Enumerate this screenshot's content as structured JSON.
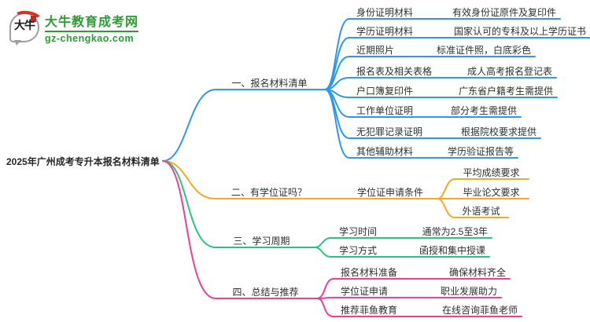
{
  "logo": {
    "icon_text": "大牛",
    "site_name": "大牛教育成考网",
    "site_url": "gz-chengkao.com"
  },
  "root": {
    "title": "2025年广州成考专升本报名材料清单"
  },
  "colors": {
    "branch1_blue": "#2e96f5",
    "branch2_orange": "#f9a826",
    "branch3_green": "#2bc47e",
    "branch4_pink": "#ef3e98",
    "brand_green": "#2e9b33",
    "logo_red": "#d93025",
    "text": "#2f2f2f"
  },
  "branches": [
    {
      "label": "一、报名材料清单",
      "children": [
        {
          "label": "身份证明材料",
          "value": "有效身份证原件及复印件"
        },
        {
          "label": "学历证明材料",
          "value": "国家认可的专科及以上学历证书"
        },
        {
          "label": "近期照片",
          "value": "标准证件照，白底彩色"
        },
        {
          "label": "报名表及相关表格",
          "value": "成人高考报名登记表"
        },
        {
          "label": "户口簿复印件",
          "value": "广东省户籍考生需提供"
        },
        {
          "label": "工作单位证明",
          "value": "部分考生需提供"
        },
        {
          "label": "无犯罪记录证明",
          "value": "根据院校要求提供"
        },
        {
          "label": "其他辅助材料",
          "value": "学历验证报告等"
        }
      ]
    },
    {
      "label": "二、有学位证吗？",
      "sub_label": "学位证申请条件",
      "children": [
        {
          "label": "平均成绩要求"
        },
        {
          "label": "毕业论文要求"
        },
        {
          "label": "外语考试"
        }
      ]
    },
    {
      "label": "三、学习周期",
      "children": [
        {
          "label": "学习时间",
          "value": "通常为2.5至3年"
        },
        {
          "label": "学习方式",
          "value": "函授和集中授课"
        }
      ]
    },
    {
      "label": "四、总结与推荐",
      "children": [
        {
          "label": "报名材料准备",
          "value": "确保材料齐全"
        },
        {
          "label": "学位证申请",
          "value": "职业发展助力"
        },
        {
          "label": "推荐菲鱼教育",
          "value": "在线咨询菲鱼老师"
        }
      ]
    }
  ]
}
